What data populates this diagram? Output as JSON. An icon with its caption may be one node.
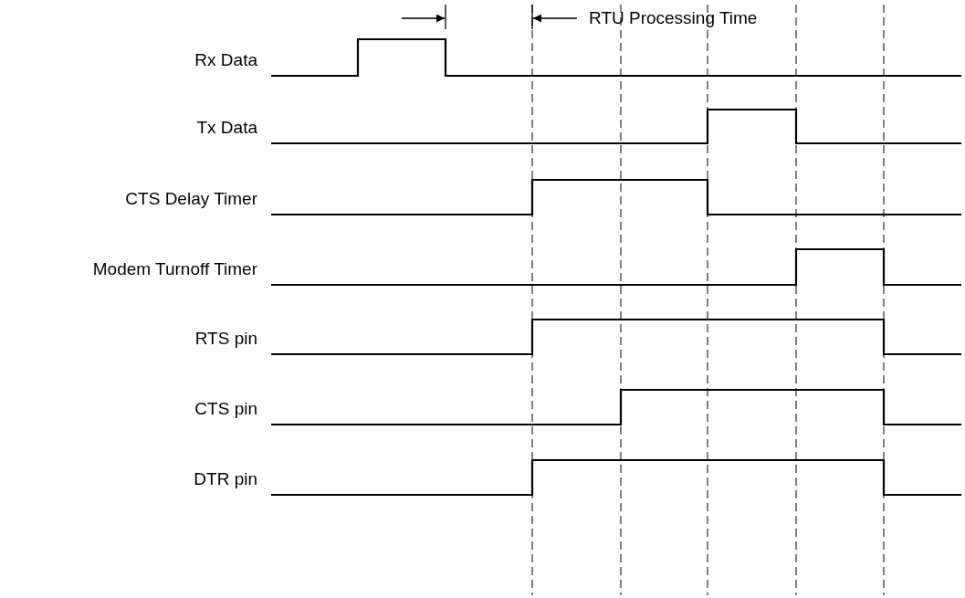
{
  "diagram": {
    "labels": [
      "RTU Processing Time",
      "Rx Data",
      "Tx Data",
      "CTS Delay Timer",
      "Modem Turnoff Timer",
      "RTS pin",
      "CTS pin",
      "DTR pin"
    ]
  }
}
